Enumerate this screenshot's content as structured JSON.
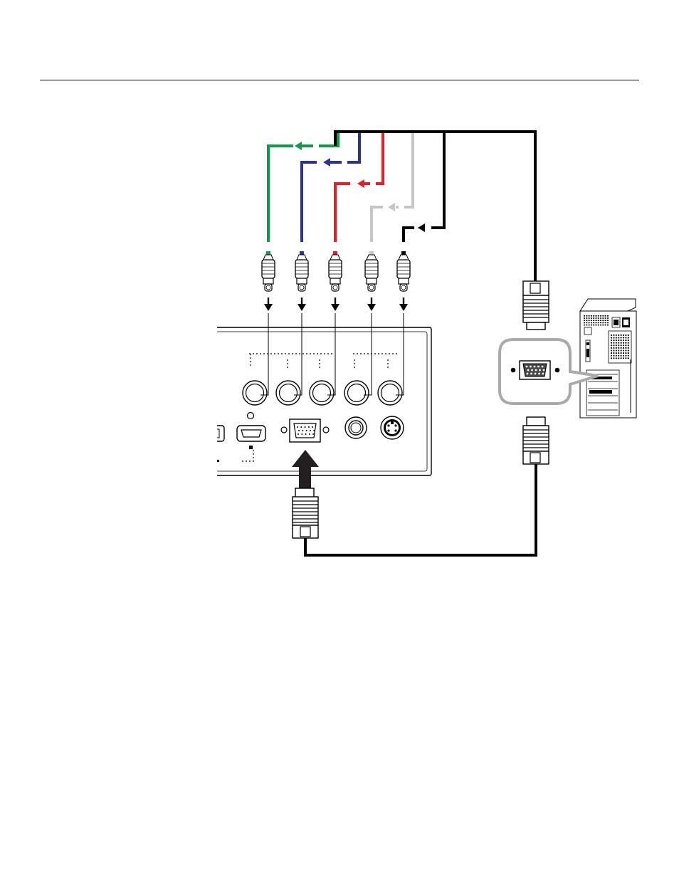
{
  "diagram": {
    "cable_colors": {
      "green": "#0f9b48",
      "blue": "#2c3194",
      "red": "#ed1c24",
      "gray": "#c4c6c9",
      "black": "#000000"
    },
    "bnc_plugs": [
      {
        "id": "g",
        "color": "green"
      },
      {
        "id": "b",
        "color": "blue"
      },
      {
        "id": "r",
        "color": "red"
      },
      {
        "id": "h",
        "color": "gray"
      },
      {
        "id": "v",
        "color": "black"
      }
    ],
    "panel_ports": [
      "bnc-g",
      "bnc-b",
      "bnc-r",
      "bnc-h",
      "bnc-v",
      "dvi",
      "hdmi",
      "vga",
      "composite",
      "s-video"
    ],
    "callout_port": "vga-out",
    "device": "computer-tower"
  }
}
